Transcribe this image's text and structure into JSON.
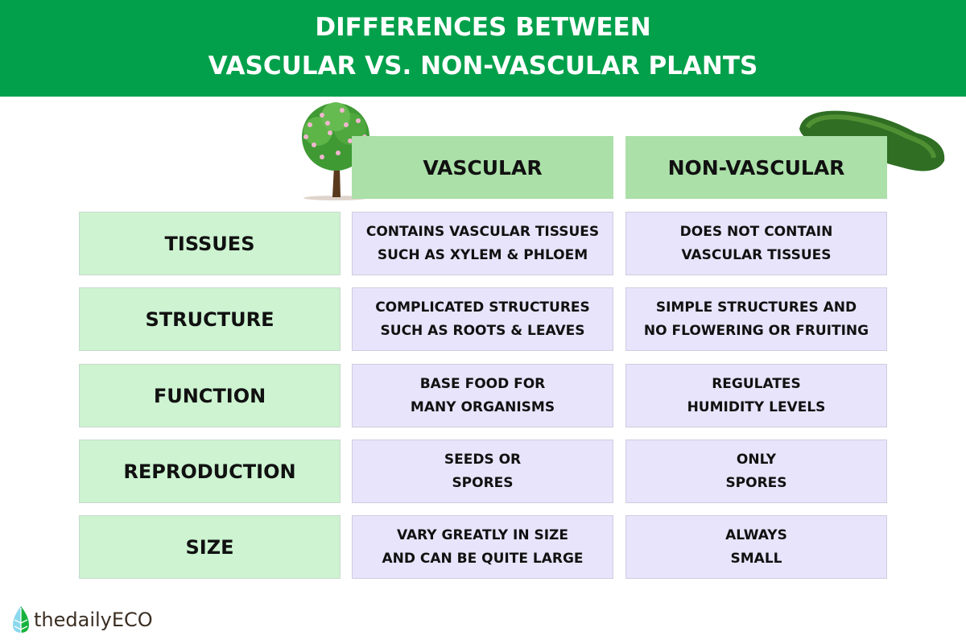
{
  "title": {
    "line1": "DIFFERENCES BETWEEN",
    "line2": "VASCULAR VS. NON-VASCULAR PLANTS"
  },
  "columns": [
    "VASCULAR",
    "NON-VASCULAR"
  ],
  "rows": [
    {
      "label": "TISSUES",
      "vascular": "CONTAINS VASCULAR TISSUES\nSUCH AS XYLEM & PHLOEM",
      "non_vascular": "DOES NOT CONTAIN\nVASCULAR TISSUES"
    },
    {
      "label": "STRUCTURE",
      "vascular": "COMPLICATED STRUCTURES\nSUCH AS ROOTS & LEAVES",
      "non_vascular": "SIMPLE STRUCTURES AND\nNO FLOWERING OR FRUITING"
    },
    {
      "label": "FUNCTION",
      "vascular": "BASE FOOD FOR\nMANY ORGANISMS",
      "non_vascular": "REGULATES\nHUMIDITY LEVELS"
    },
    {
      "label": "REPRODUCTION",
      "vascular": "SEEDS OR\nSPORES",
      "non_vascular": "ONLY\nSPORES"
    },
    {
      "label": "SIZE",
      "vascular": "VARY GREATLY IN SIZE\nAND CAN BE QUITE LARGE",
      "non_vascular": "ALWAYS\nSMALL"
    }
  ],
  "logo": {
    "text": "thedailyECO"
  },
  "colors": {
    "banner": "#03a04b",
    "column_header": "#abe0a8",
    "row_label": "#cdf3d1",
    "value_cell": "#e7e4fb"
  }
}
